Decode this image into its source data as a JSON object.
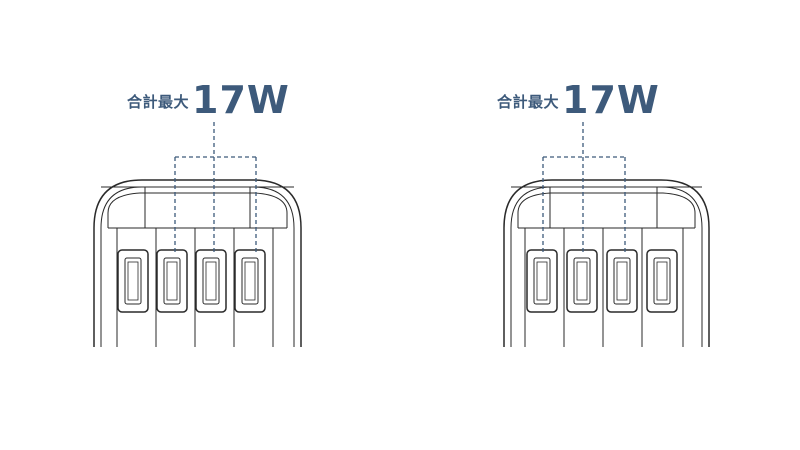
{
  "diagrams": [
    {
      "label_prefix": "合計最大",
      "label_value": "17W",
      "highlighted_ports": [
        1,
        2,
        3
      ]
    },
    {
      "label_prefix": "合計最大",
      "label_value": "17W",
      "highlighted_ports": [
        0,
        1,
        2
      ]
    }
  ],
  "colors": {
    "outline": "#2a2a2a",
    "accent": "#3d5a7b",
    "background": "#ffffff"
  }
}
